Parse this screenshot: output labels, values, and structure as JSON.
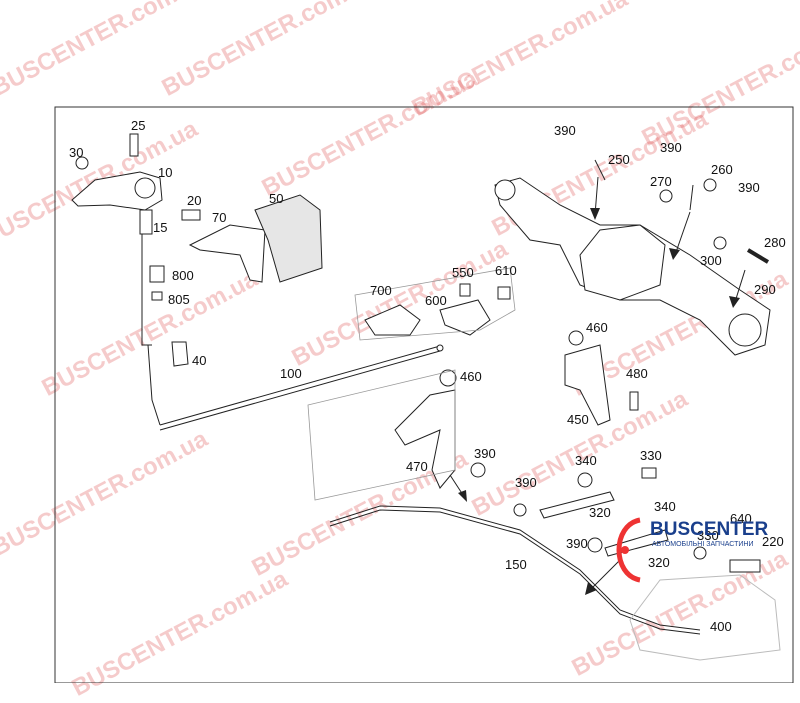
{
  "watermark": {
    "text": "BUSCENTER.com.ua",
    "color": "#dc4646"
  },
  "logo": {
    "brand": "BUSCENTER",
    "tagline": "АВТОМОБІЛЬНІ ЗАПЧАСТИНИ",
    "color": "#1a3f8c",
    "accent": "#e33"
  },
  "labels": {
    "p25": "25",
    "p30": "30",
    "p10": "10",
    "p20": "20",
    "p15": "15",
    "p70": "70",
    "p50": "50",
    "p800": "800",
    "p805": "805",
    "p40": "40",
    "p100": "100",
    "p700": "700",
    "p550": "550",
    "p610": "610",
    "p600": "600",
    "p390a": "390",
    "p250": "250",
    "p390b": "390",
    "p260": "260",
    "p270": "270",
    "p390c": "390",
    "p280": "280",
    "p300": "300",
    "p290": "290",
    "p460a": "460",
    "p480": "480",
    "p450": "450",
    "p460b": "460",
    "p470": "470",
    "p390d": "390",
    "p340a": "340",
    "p330a": "330",
    "p390e": "390",
    "p320a": "320",
    "p340b": "340",
    "p640": "640",
    "p330b": "330",
    "p390f": "390",
    "p220": "220",
    "p320b": "320",
    "p150": "150",
    "p400": "400"
  }
}
